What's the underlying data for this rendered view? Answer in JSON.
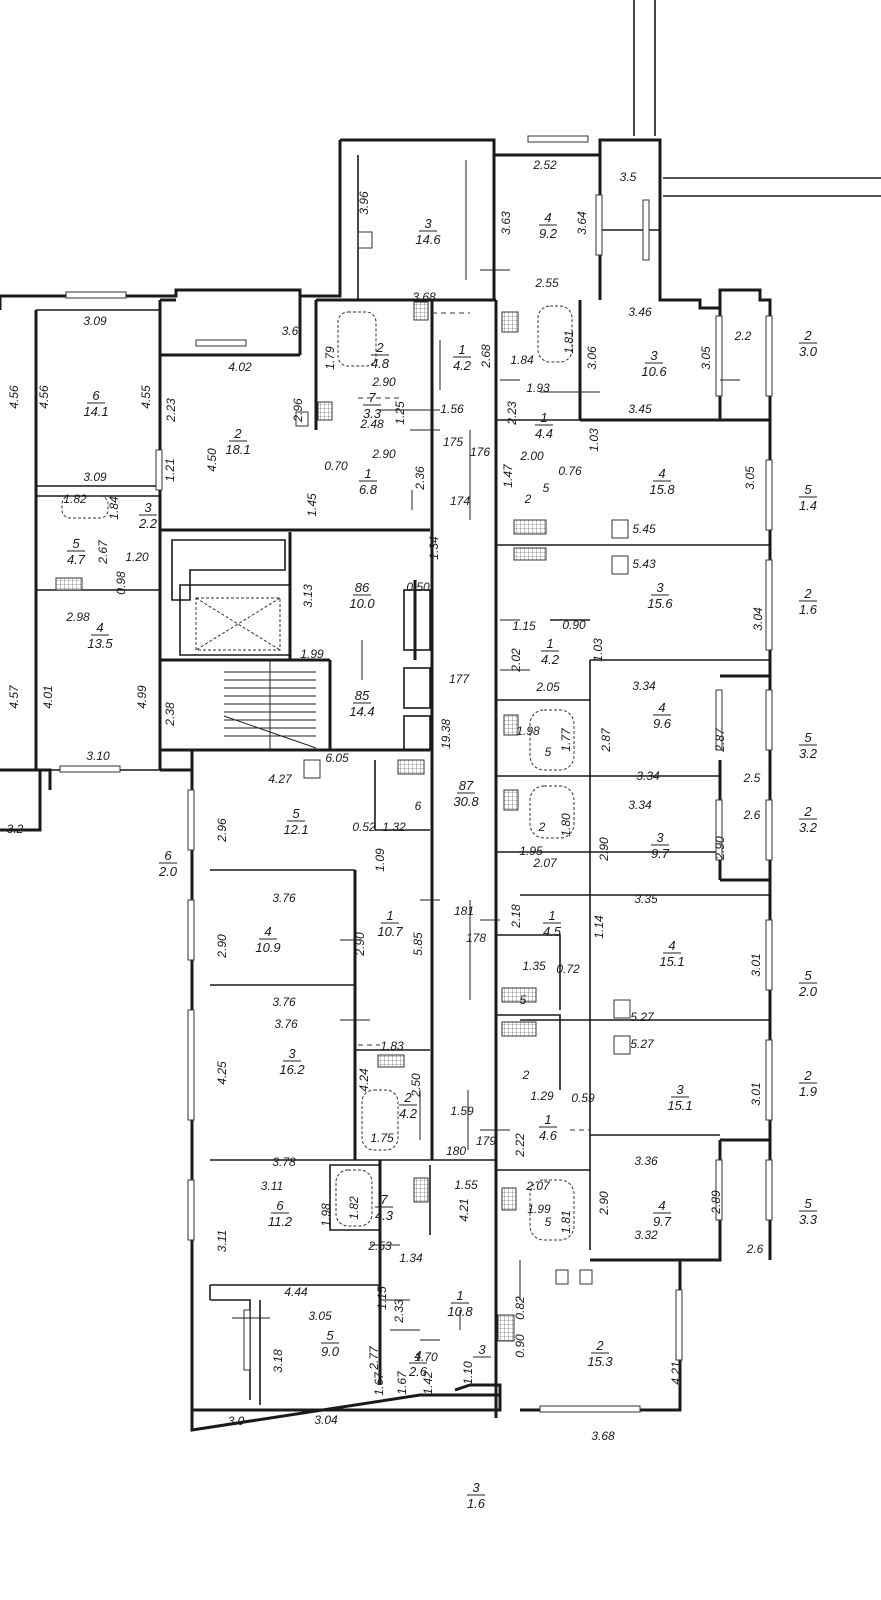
{
  "plan": {
    "rooms": [
      {
        "num": "3",
        "area": "14.6"
      },
      {
        "num": "4",
        "area": "9.2"
      },
      {
        "num": "2",
        "area": "4.8"
      },
      {
        "num": "1",
        "area": "4.2"
      },
      {
        "num": "3",
        "area": "10.6"
      },
      {
        "num": "2",
        "area": "3.0"
      },
      {
        "num": "6",
        "area": "14.1"
      },
      {
        "num": "2",
        "area": "18.1"
      },
      {
        "num": "7",
        "area": "3.3"
      },
      {
        "num": "1",
        "area": "4.4"
      },
      {
        "num": "1",
        "area": "6.8"
      },
      {
        "num": "4",
        "area": "15.8"
      },
      {
        "num": "5",
        "area": "1.4"
      },
      {
        "num": "3",
        "area": "2.2"
      },
      {
        "num": "5",
        "area": "4.7"
      },
      {
        "num": "86",
        "area": "10.0"
      },
      {
        "num": "3",
        "area": "15.6"
      },
      {
        "num": "2",
        "area": "1.6"
      },
      {
        "num": "4",
        "area": "13.5"
      },
      {
        "num": "1",
        "area": "4.2"
      },
      {
        "num": "85",
        "area": "14.4"
      },
      {
        "num": "4",
        "area": "9.6"
      },
      {
        "num": "5",
        "area": "3.2"
      },
      {
        "num": "87",
        "area": "30.8"
      },
      {
        "num": "5",
        "area": "12.1"
      },
      {
        "num": "3",
        "area": "9.7"
      },
      {
        "num": "2",
        "area": "3.2"
      },
      {
        "num": "6",
        "area": "2.0"
      },
      {
        "num": "4",
        "area": "10.9"
      },
      {
        "num": "1",
        "area": "10.7"
      },
      {
        "num": "1",
        "area": "4.5"
      },
      {
        "num": "4",
        "area": "15.1"
      },
      {
        "num": "5",
        "area": "2.0"
      },
      {
        "num": "3",
        "area": "16.2"
      },
      {
        "num": "2",
        "area": "4.2"
      },
      {
        "num": "3",
        "area": "15.1"
      },
      {
        "num": "2",
        "area": "1.9"
      },
      {
        "num": "1",
        "area": "4.6"
      },
      {
        "num": "7",
        "area": "4.3"
      },
      {
        "num": "6",
        "area": "11.2"
      },
      {
        "num": "4",
        "area": "9.7"
      },
      {
        "num": "5",
        "area": "3.3"
      },
      {
        "num": "1",
        "area": "10.8"
      },
      {
        "num": "5",
        "area": "9.0"
      },
      {
        "num": "4",
        "area": "2.6"
      },
      {
        "num": "3",
        "area": ""
      },
      {
        "num": "2",
        "area": "15.3"
      },
      {
        "num": "3",
        "area": "1.6"
      }
    ],
    "labels": [
      "2.52",
      "3.5",
      "3.96",
      "3.63",
      "3.64",
      "2.55",
      "3.68",
      "3.09",
      "3.6",
      "4.56",
      "4.56",
      "4.55",
      "1.79",
      "2.90",
      "2.68",
      "1.81",
      "1.84",
      "3.46",
      "3.06",
      "3.05",
      "3.45",
      "2.2",
      "4.02",
      "2.23",
      "2.96",
      "1.25",
      "2.48",
      "1.56",
      "2.23",
      "1.93",
      "1.03",
      "175",
      "176",
      "2.90",
      "2.00",
      "0.76",
      "3.05",
      "0.70",
      "2.36",
      "1.21",
      "4.50",
      "3.09",
      "1.47",
      "174",
      "1.45",
      "1.82",
      "1.84",
      "5.45",
      "2",
      "5",
      "2.67",
      "1.20",
      "1.34",
      "5.43",
      "0.98",
      "0.50",
      "3.13",
      "1.99",
      "2.98",
      "1.15",
      "0.90",
      "3.04",
      "4.57",
      "4.01",
      "4.99",
      "1.03",
      "177",
      "2.02",
      "2.05",
      "3.34",
      "2.38",
      "6.05",
      "19.38",
      "1.98",
      "5",
      "1.77",
      "2.87",
      "2.87",
      "3.10",
      "3.34",
      "2.5",
      "4.27",
      "6",
      "3.34",
      "2.6",
      "2.96",
      "3.2",
      "0.52",
      "1.32",
      "2",
      "1.80",
      "2.90",
      "2.90",
      "1.09",
      "1.95",
      "2.07",
      "3.35",
      "3.76",
      "181",
      "2.18",
      "178",
      "1.14",
      "2.90",
      "2.90",
      "5.85",
      "1.35",
      "0.72",
      "3.01",
      "3.76",
      "5",
      "5.27",
      "3.76",
      "1.83",
      "5.27",
      "4.25",
      "4.24",
      "2",
      "2.50",
      "1.29",
      "0.59",
      "3.01",
      "1.59",
      "1.75",
      "179",
      "2.22",
      "180",
      "3.78",
      "3.36",
      "3.11",
      "1.55",
      "2.07",
      "2.90",
      "2.89",
      "1.82",
      "1.98",
      "4.21",
      "1.99",
      "5",
      "1.81",
      "3.11",
      "2.53",
      "1.34",
      "3.32",
      "2.6",
      "1.15",
      "4.44",
      "2.33",
      "0.82",
      "3.05",
      "0.90",
      "3.18",
      "2.77",
      "1.70",
      "4.21",
      "1.10",
      "1.67",
      "1.67",
      "1.42",
      "3.0",
      "3.04",
      "3.68"
    ]
  }
}
